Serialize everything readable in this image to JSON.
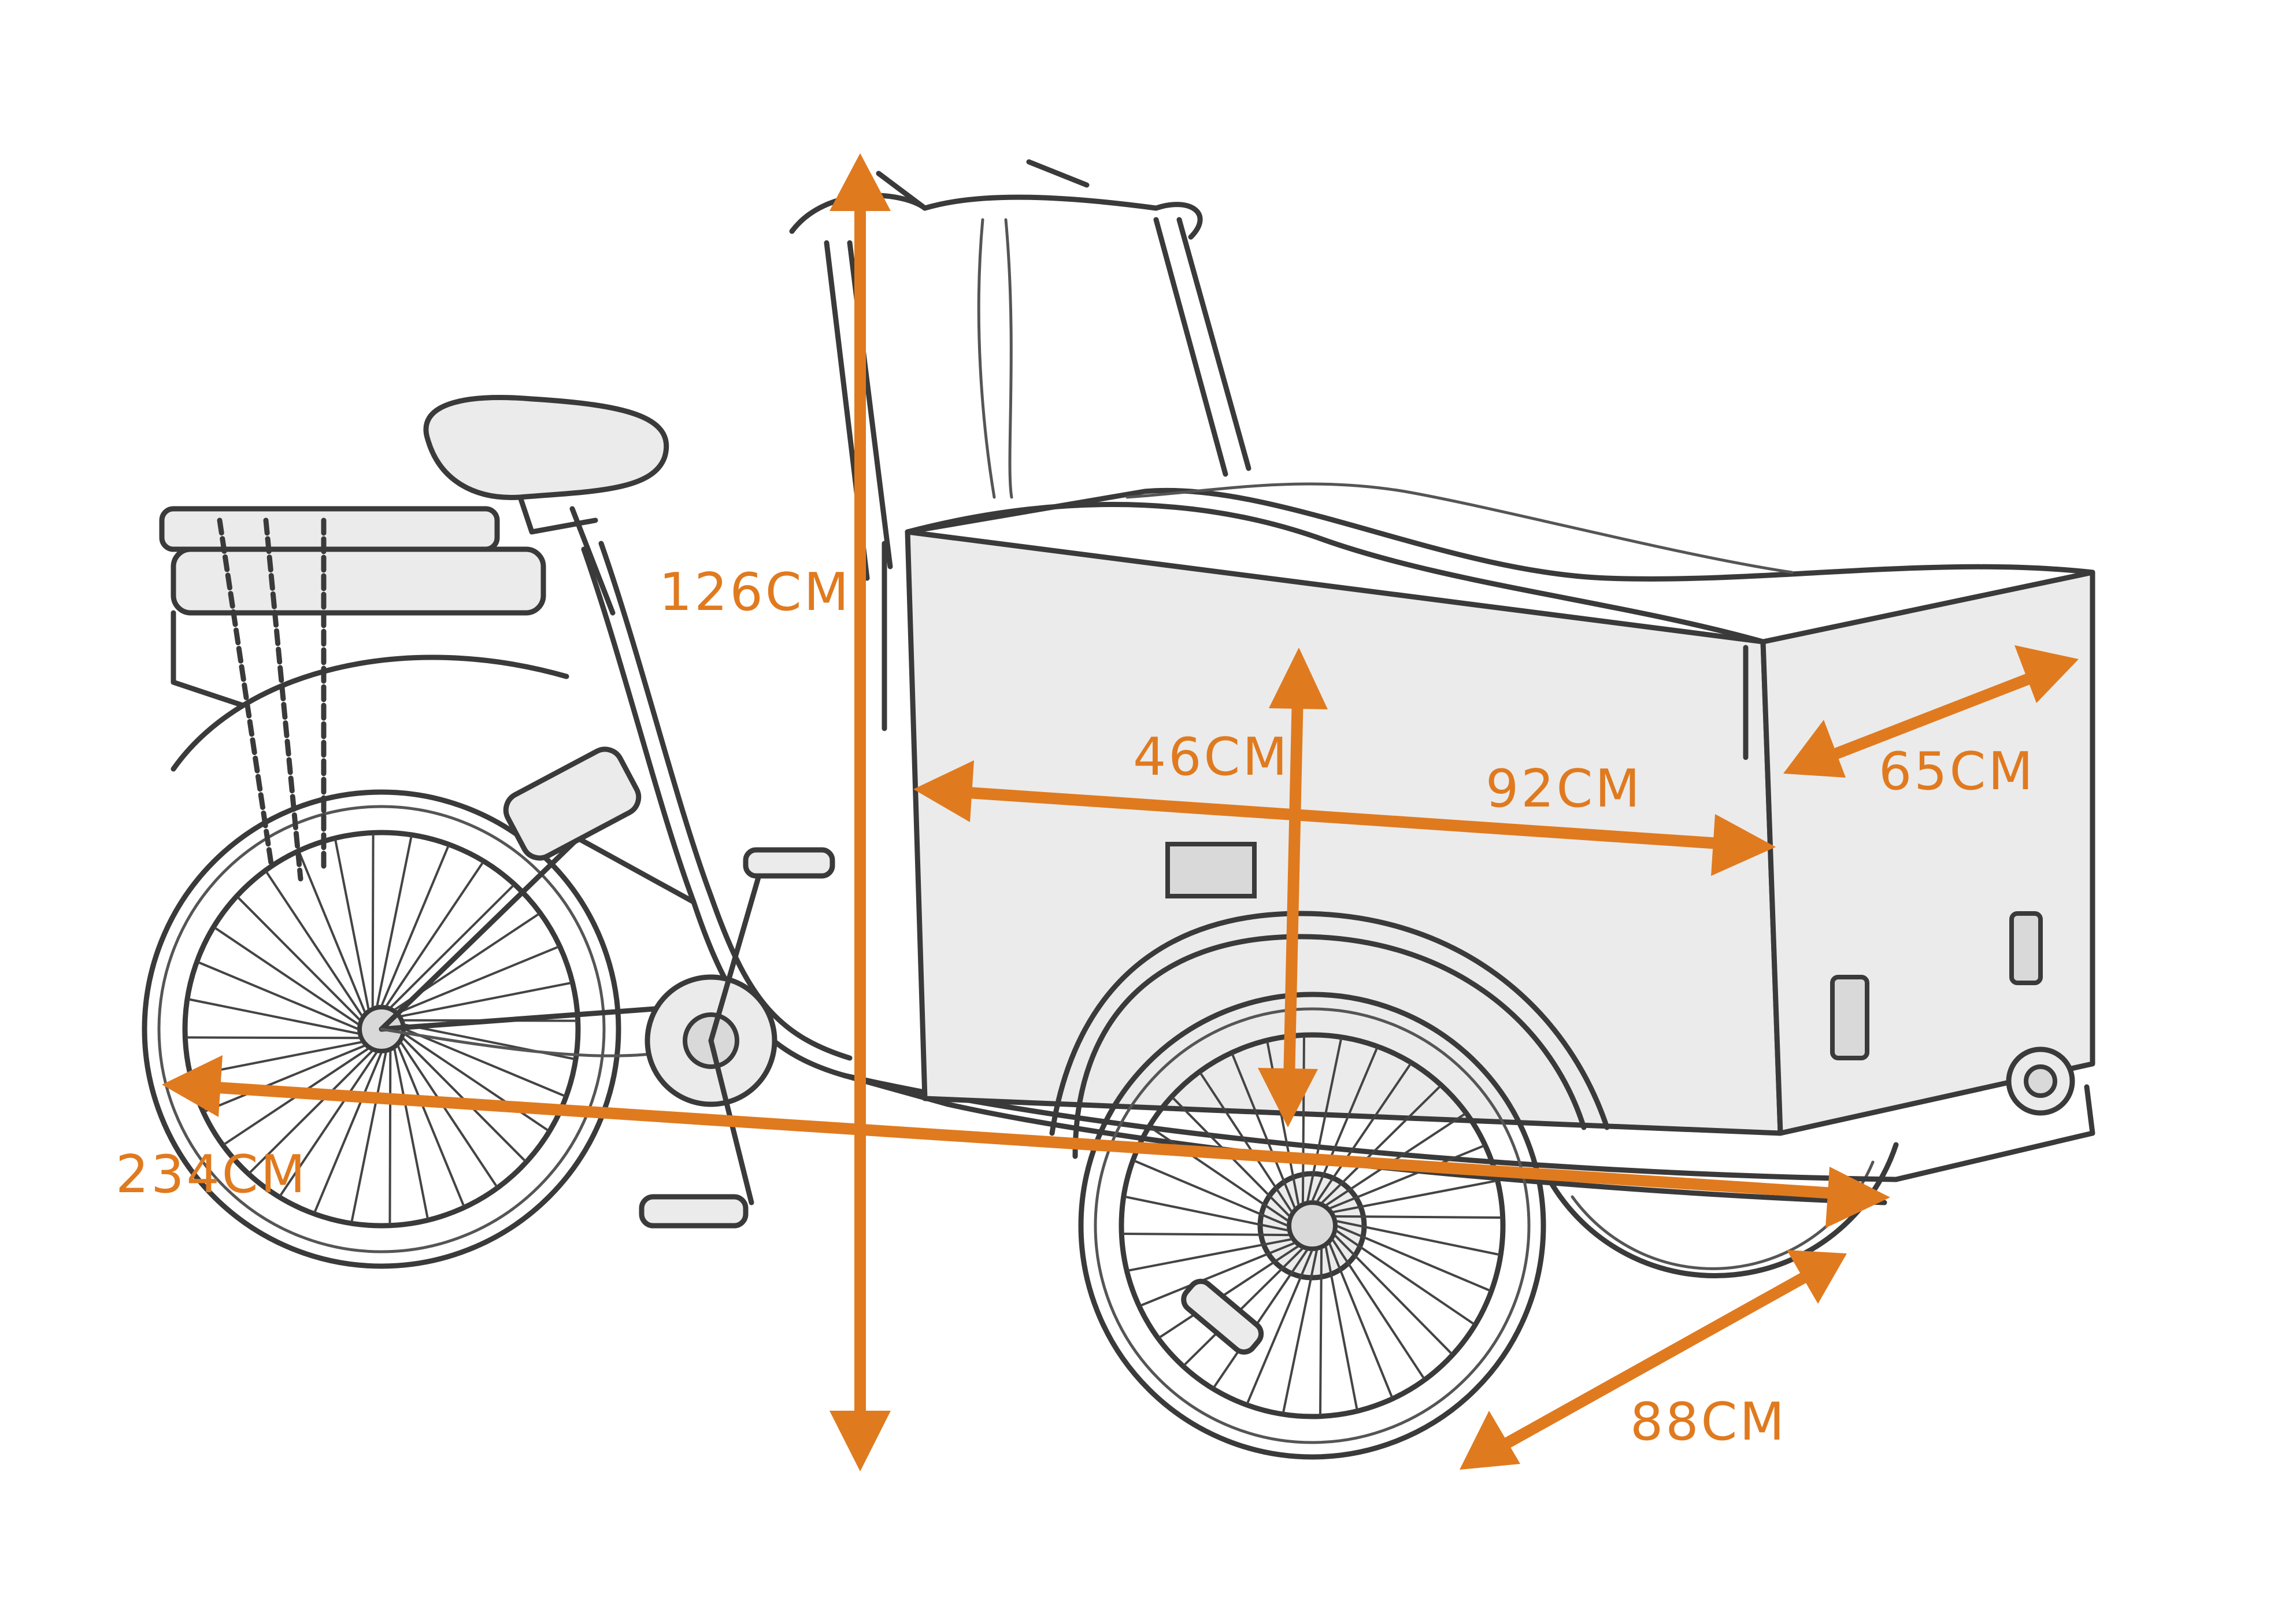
{
  "colors": {
    "accent": "#e07a1f",
    "sketch": "#3a3a3a",
    "background": "#ffffff"
  },
  "dimensions": {
    "height": "126CM",
    "overall_length": "234CM",
    "box_length": "92CM",
    "box_height": "46CM",
    "box_width": "65CM",
    "wheel_track": "88CM"
  }
}
